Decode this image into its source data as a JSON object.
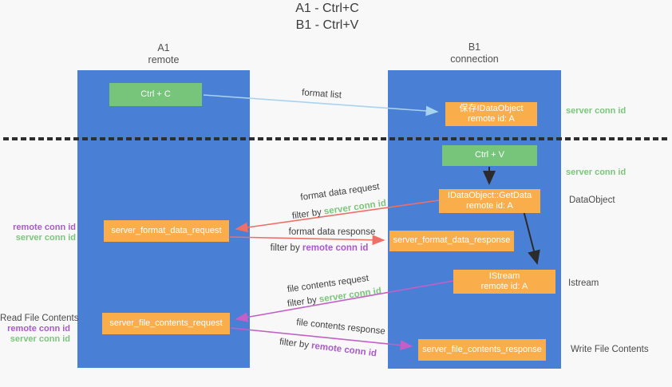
{
  "title": {
    "line1": "A1 - Ctrl+C",
    "line2": "B1 - Ctrl+V"
  },
  "lifelines": {
    "a1": {
      "name": "A1",
      "role": "remote"
    },
    "b1": {
      "name": "B1",
      "role": "connection"
    }
  },
  "nodes": {
    "ctrl_c": {
      "label": "Ctrl + C"
    },
    "ctrl_v": {
      "label": "Ctrl + V"
    },
    "save_idataobject": {
      "line1": "保存IDataObject",
      "line2": "remote id: A"
    },
    "getdata": {
      "line1": "IDataObject::GetData",
      "line2": "remote id: A"
    },
    "istream": {
      "line1": "IStream",
      "line2": "remote id: A"
    },
    "server_format_data_request": {
      "label": "server_format_data_request"
    },
    "server_format_data_response": {
      "label": "server_format_data_response"
    },
    "server_file_contents_request": {
      "label": "server_file_contents_request"
    },
    "server_file_contents_response": {
      "label": "server_file_contents_response"
    }
  },
  "labels": {
    "format_list": "format list",
    "format_data_request": "format data request",
    "format_data_response": "format data response",
    "file_contents_request": "file contents request",
    "file_contents_response": "file contents response",
    "filter_by": "filter by",
    "server_conn_id": "server conn id",
    "remote_conn_id": "remote conn id",
    "read_file_contents": "Read File Contents",
    "write_file_contents": "Write File Contents",
    "dataobject": "DataObject",
    "istream_side": "Istream"
  },
  "colors": {
    "lifeline_blue": "#4a7fd6",
    "node_green": "#77c47b",
    "node_orange": "#f9ae4b",
    "arrow_lightblue": "#a9d2ee",
    "arrow_red": "#ee6f66",
    "arrow_magenta": "#c45fc5",
    "arrow_black": "#2b2b2b",
    "text_green": "#7cc57c",
    "text_purple": "#a95ac8",
    "text_dark": "#3f3f3f"
  }
}
